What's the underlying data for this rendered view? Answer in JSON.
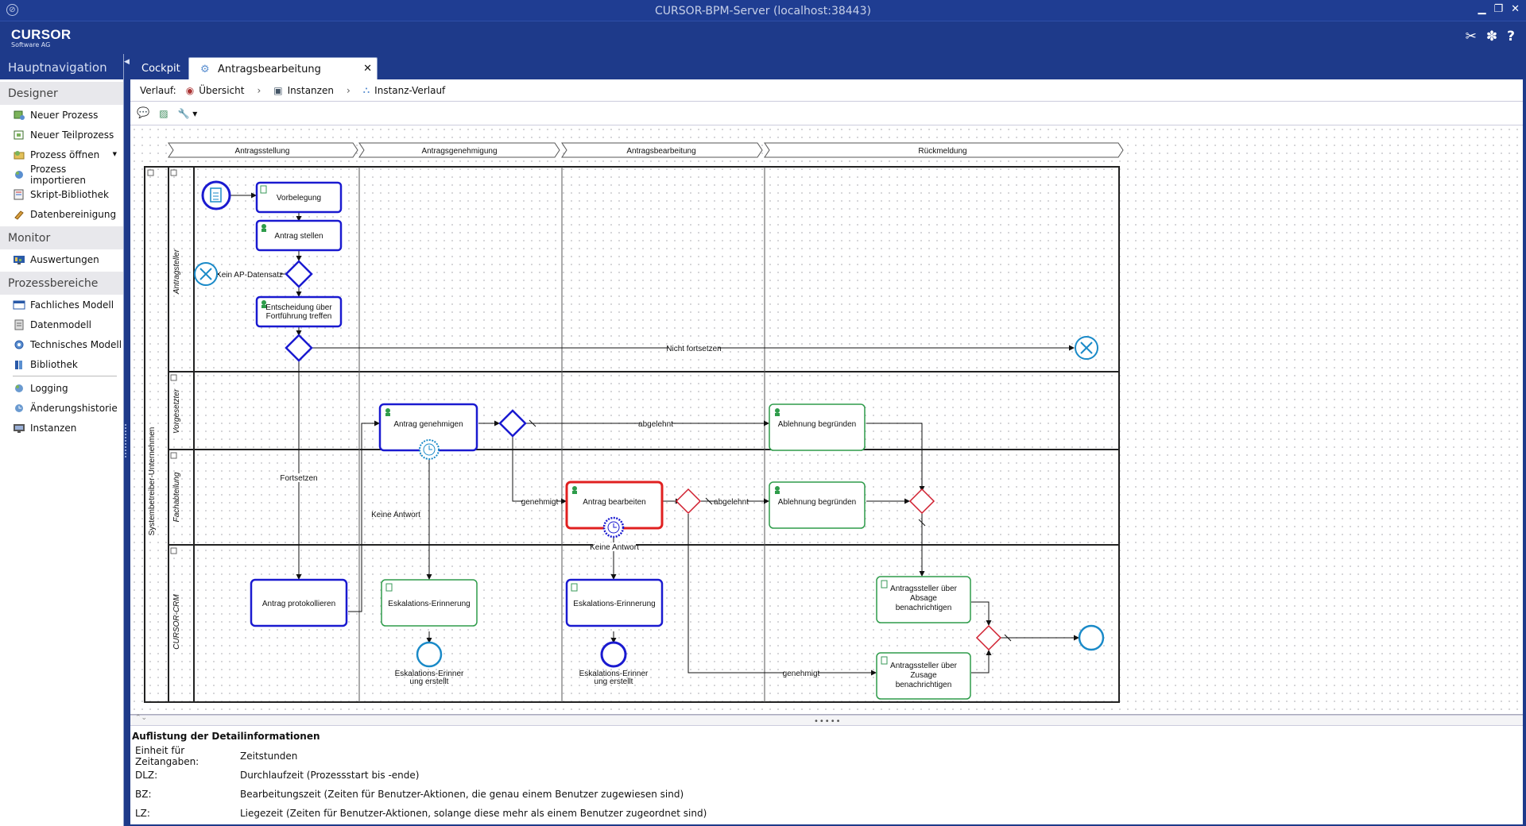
{
  "window": {
    "title": "CURSOR-BPM-Server (localhost:38443)",
    "controls": [
      "minimize-icon",
      "restore-icon",
      "close-icon"
    ]
  },
  "brand": {
    "name": "CURSOR",
    "sub": "Software AG"
  },
  "header_icons": [
    "tools-icon",
    "puzzle-icon",
    "help-icon"
  ],
  "sidebar": {
    "title": "Hauptnavigation",
    "sections": [
      {
        "name": "Designer",
        "items": [
          "Neuer Prozess",
          "Neuer Teilprozess",
          "Prozess öffnen",
          "Prozess importieren",
          "Skript-Bibliothek",
          "Datenbereinigung"
        ]
      },
      {
        "name": "Monitor",
        "items": [
          "Auswertungen"
        ]
      },
      {
        "name": "Prozessbereiche",
        "items": [
          "Fachliches Modell",
          "Datenmodell",
          "Technisches Modell",
          "Bibliothek",
          "Logging",
          "Änderungshistorie",
          "Instanzen"
        ]
      }
    ]
  },
  "tabs": [
    {
      "label": "Cockpit"
    },
    {
      "label": "Antragsbearbeitung",
      "active": true
    }
  ],
  "breadcrumb": {
    "label": "Verlauf:",
    "items": [
      "Übersicht",
      "Instanzen",
      "Instanz-Verlauf"
    ]
  },
  "toolbar": {
    "icons": [
      "comment-icon",
      "image-icon",
      "wrench-icon"
    ]
  },
  "diagram": {
    "pool": "Systembetreiber-Unternehmen",
    "phases": [
      "Antragsstellung",
      "Antragsgenehmigung",
      "Antragsbearbeitung",
      "Rückmeldung"
    ],
    "lanes": [
      "Antragsteller",
      "Vorgesetzter",
      "Fachabteilung",
      "CURSOR-CRM"
    ],
    "tasks": {
      "vorbelegung": "Vorbelegung",
      "antrag_stellen": "Antrag stellen",
      "entscheidung_l1": "Entscheidung über",
      "entscheidung_l2": "Fortführung treffen",
      "antrag_genehmigen": "Antrag genehmigen",
      "ablehnung1": "Ablehnung begründen",
      "antrag_bearbeiten": "Antrag bearbeiten",
      "ablehnung2": "Ablehnung begründen",
      "antrag_protokollieren": "Antrag protokollieren",
      "eskalation1": "Eskalations-Erinnerung",
      "eskalation2": "Eskalations-Erinnerung",
      "absage_l1": "Antragssteller über",
      "absage_l2": "Absage",
      "absage_l3": "benachrichtigen",
      "zusage_l1": "Antragssteller über",
      "zusage_l2": "Zusage",
      "zusage_l3": "benachrichtigen"
    },
    "events": {
      "esk_end1_l1": "Eskalations-Erinner",
      "esk_end1_l2": "ung erstellt",
      "esk_end2_l1": "Eskalations-Erinner",
      "esk_end2_l2": "ung erstellt"
    },
    "flows": {
      "kein_ap": "Kein AP-Datensatz",
      "nicht_fortsetzen": "Nicht fortsetzen",
      "fortsetzen": "Fortsetzen",
      "abgelehnt1": "abgelehnt",
      "genehmigt1": "genehmigt",
      "keine_antwort1": "Keine Antwort",
      "abgelehnt2": "abgelehnt",
      "keine_antwort2": "Keine Antwort",
      "genehmigt2": "genehmigt"
    }
  },
  "details": {
    "heading": "Auflistung der Detailinformationen",
    "rows": [
      {
        "k": "Einheit für Zeitangaben:",
        "v": "Zeitstunden"
      },
      {
        "k": "DLZ:",
        "v": "Durchlaufzeit (Prozessstart bis -ende)"
      },
      {
        "k": "BZ:",
        "v": "Bearbeitungszeit (Zeiten für Benutzer-Aktionen, die genau einem Benutzer zugewiesen sind)"
      },
      {
        "k": "LZ:",
        "v": "Liegezeit (Zeiten für Benutzer-Aktionen, solange diese mehr als einem Benutzer zugeordnet sind)"
      }
    ]
  },
  "colors": {
    "chrome": "#1e3a8a",
    "active_task": "#e02020",
    "done_task": "#1a1ad0",
    "pending_task": "#2e9c4a",
    "gateway_pending": "#d02030",
    "event": "#1a8ac8"
  }
}
